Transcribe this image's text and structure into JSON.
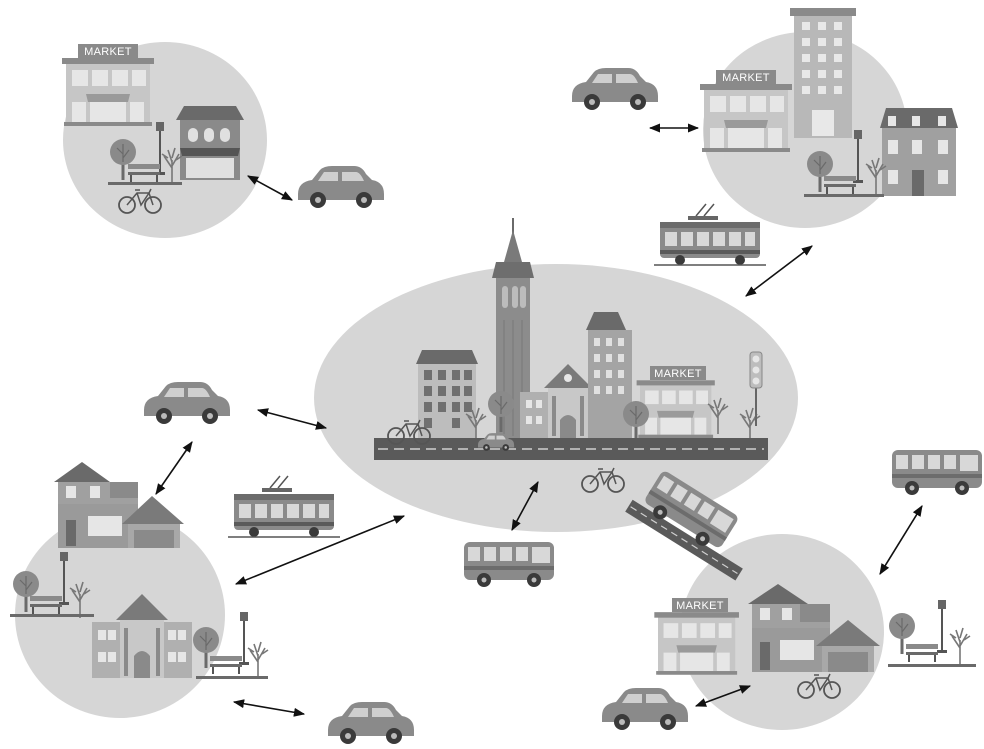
{
  "colors": {
    "background": "#ffffff",
    "bubble": "#d6d6d6",
    "building_dark": "#6e6e6e",
    "building_mid": "#8c8c8c",
    "building_light": "#a8a8a8",
    "window": "#e8e8e8",
    "arrow": "#111111"
  },
  "signs": {
    "market_top_left": "MARKET",
    "market_top_right": "MARKET",
    "market_center": "MARKET",
    "market_bottom_right": "MARKET"
  },
  "icons": [
    "car-icon",
    "tram-icon",
    "bus-icon",
    "bicycle-icon",
    "tree-icon",
    "street-lamp-icon",
    "bench-icon",
    "traffic-light-icon",
    "market-building-icon",
    "house-icon",
    "skyscraper-icon",
    "double-arrow-icon"
  ]
}
